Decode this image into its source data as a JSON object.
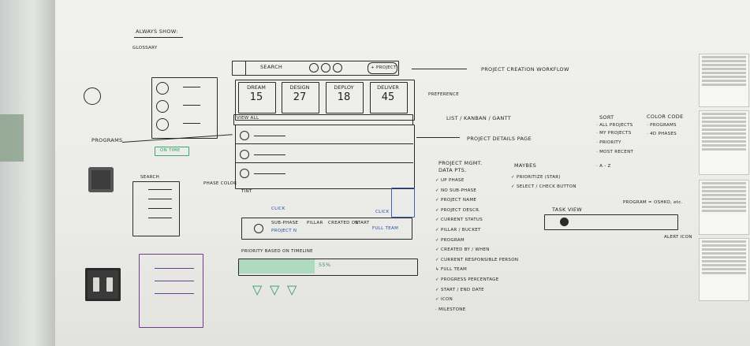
{
  "sketch": {
    "always_show": "ALWAYS SHOW:",
    "glossary": "GLOSSARY",
    "search": "SEARCH",
    "new_project": "+ PROJECT",
    "project_creation": "PROJECT CREATION WORKFLOW",
    "tiles": [
      {
        "label": "DREAM",
        "value": "15"
      },
      {
        "label": "DESIGN",
        "value": "27"
      },
      {
        "label": "DEPLOY",
        "value": "18"
      },
      {
        "label": "DELIVER",
        "value": "45"
      }
    ],
    "preference": "PREFERENCE",
    "view_all": "VIEW ALL",
    "list_kanban_gantt": "LIST / KANBAN / GANTT",
    "project_details_page": "PROJECT DETAILS PAGE",
    "programs": "PROGRAMS",
    "on_time": "ON TIME",
    "phase_color": "PHASE COLOR",
    "search_label": "SEARCH",
    "tint": "TINT",
    "click": "CLICK",
    "sub_phase": "SUB-PHASE",
    "project_name": "PROJECT N",
    "pillar": "PILLAR",
    "created_on": "CREATED ON",
    "start": "START",
    "full_team": "FULL TEAM",
    "priority_based": "PRIORITY BASED ON TIMELINE",
    "percent": "55%",
    "project_mgmt": "PROJECT MGMT.",
    "data_pts": "DATA PTS.",
    "data_points": [
      "✓ UP PHASE",
      "✓ NO SUB-PHASE",
      "✓ PROJECT NAME",
      "✓ PROJECT DESCR.",
      "✓ CURRENT STATUS",
      "✓ PILLAR / BUCKET",
      "✓ PROGRAM",
      "✓ CREATED BY / WHEN",
      "✓ CURRENT RESPONSIBLE PERSON",
      "↳ FULL TEAM",
      "✓ PROGRESS PERCENTAGE",
      "✓ START / END DATE",
      "✓ ICON",
      "· MILESTONE"
    ],
    "maybes": "MAYBES",
    "maybe_items": [
      "✓ PRIORITIZE (STAR)",
      "✓ SELECT / CHECK BUTTON"
    ],
    "sort": "SORT",
    "sort_items": [
      "· ALL PROJECTS",
      "· MY PROJECTS",
      "· PRIORITY",
      "· MOST RECENT",
      "· A - Z"
    ],
    "color_code": "COLOR CODE",
    "color_items": [
      "· PROGRAMS",
      "· 4D PHASES"
    ],
    "program_note": "PROGRAM = OSHKO, etc.",
    "task_view": "TASK VIEW",
    "alert_icon": "ALERT ICON"
  }
}
